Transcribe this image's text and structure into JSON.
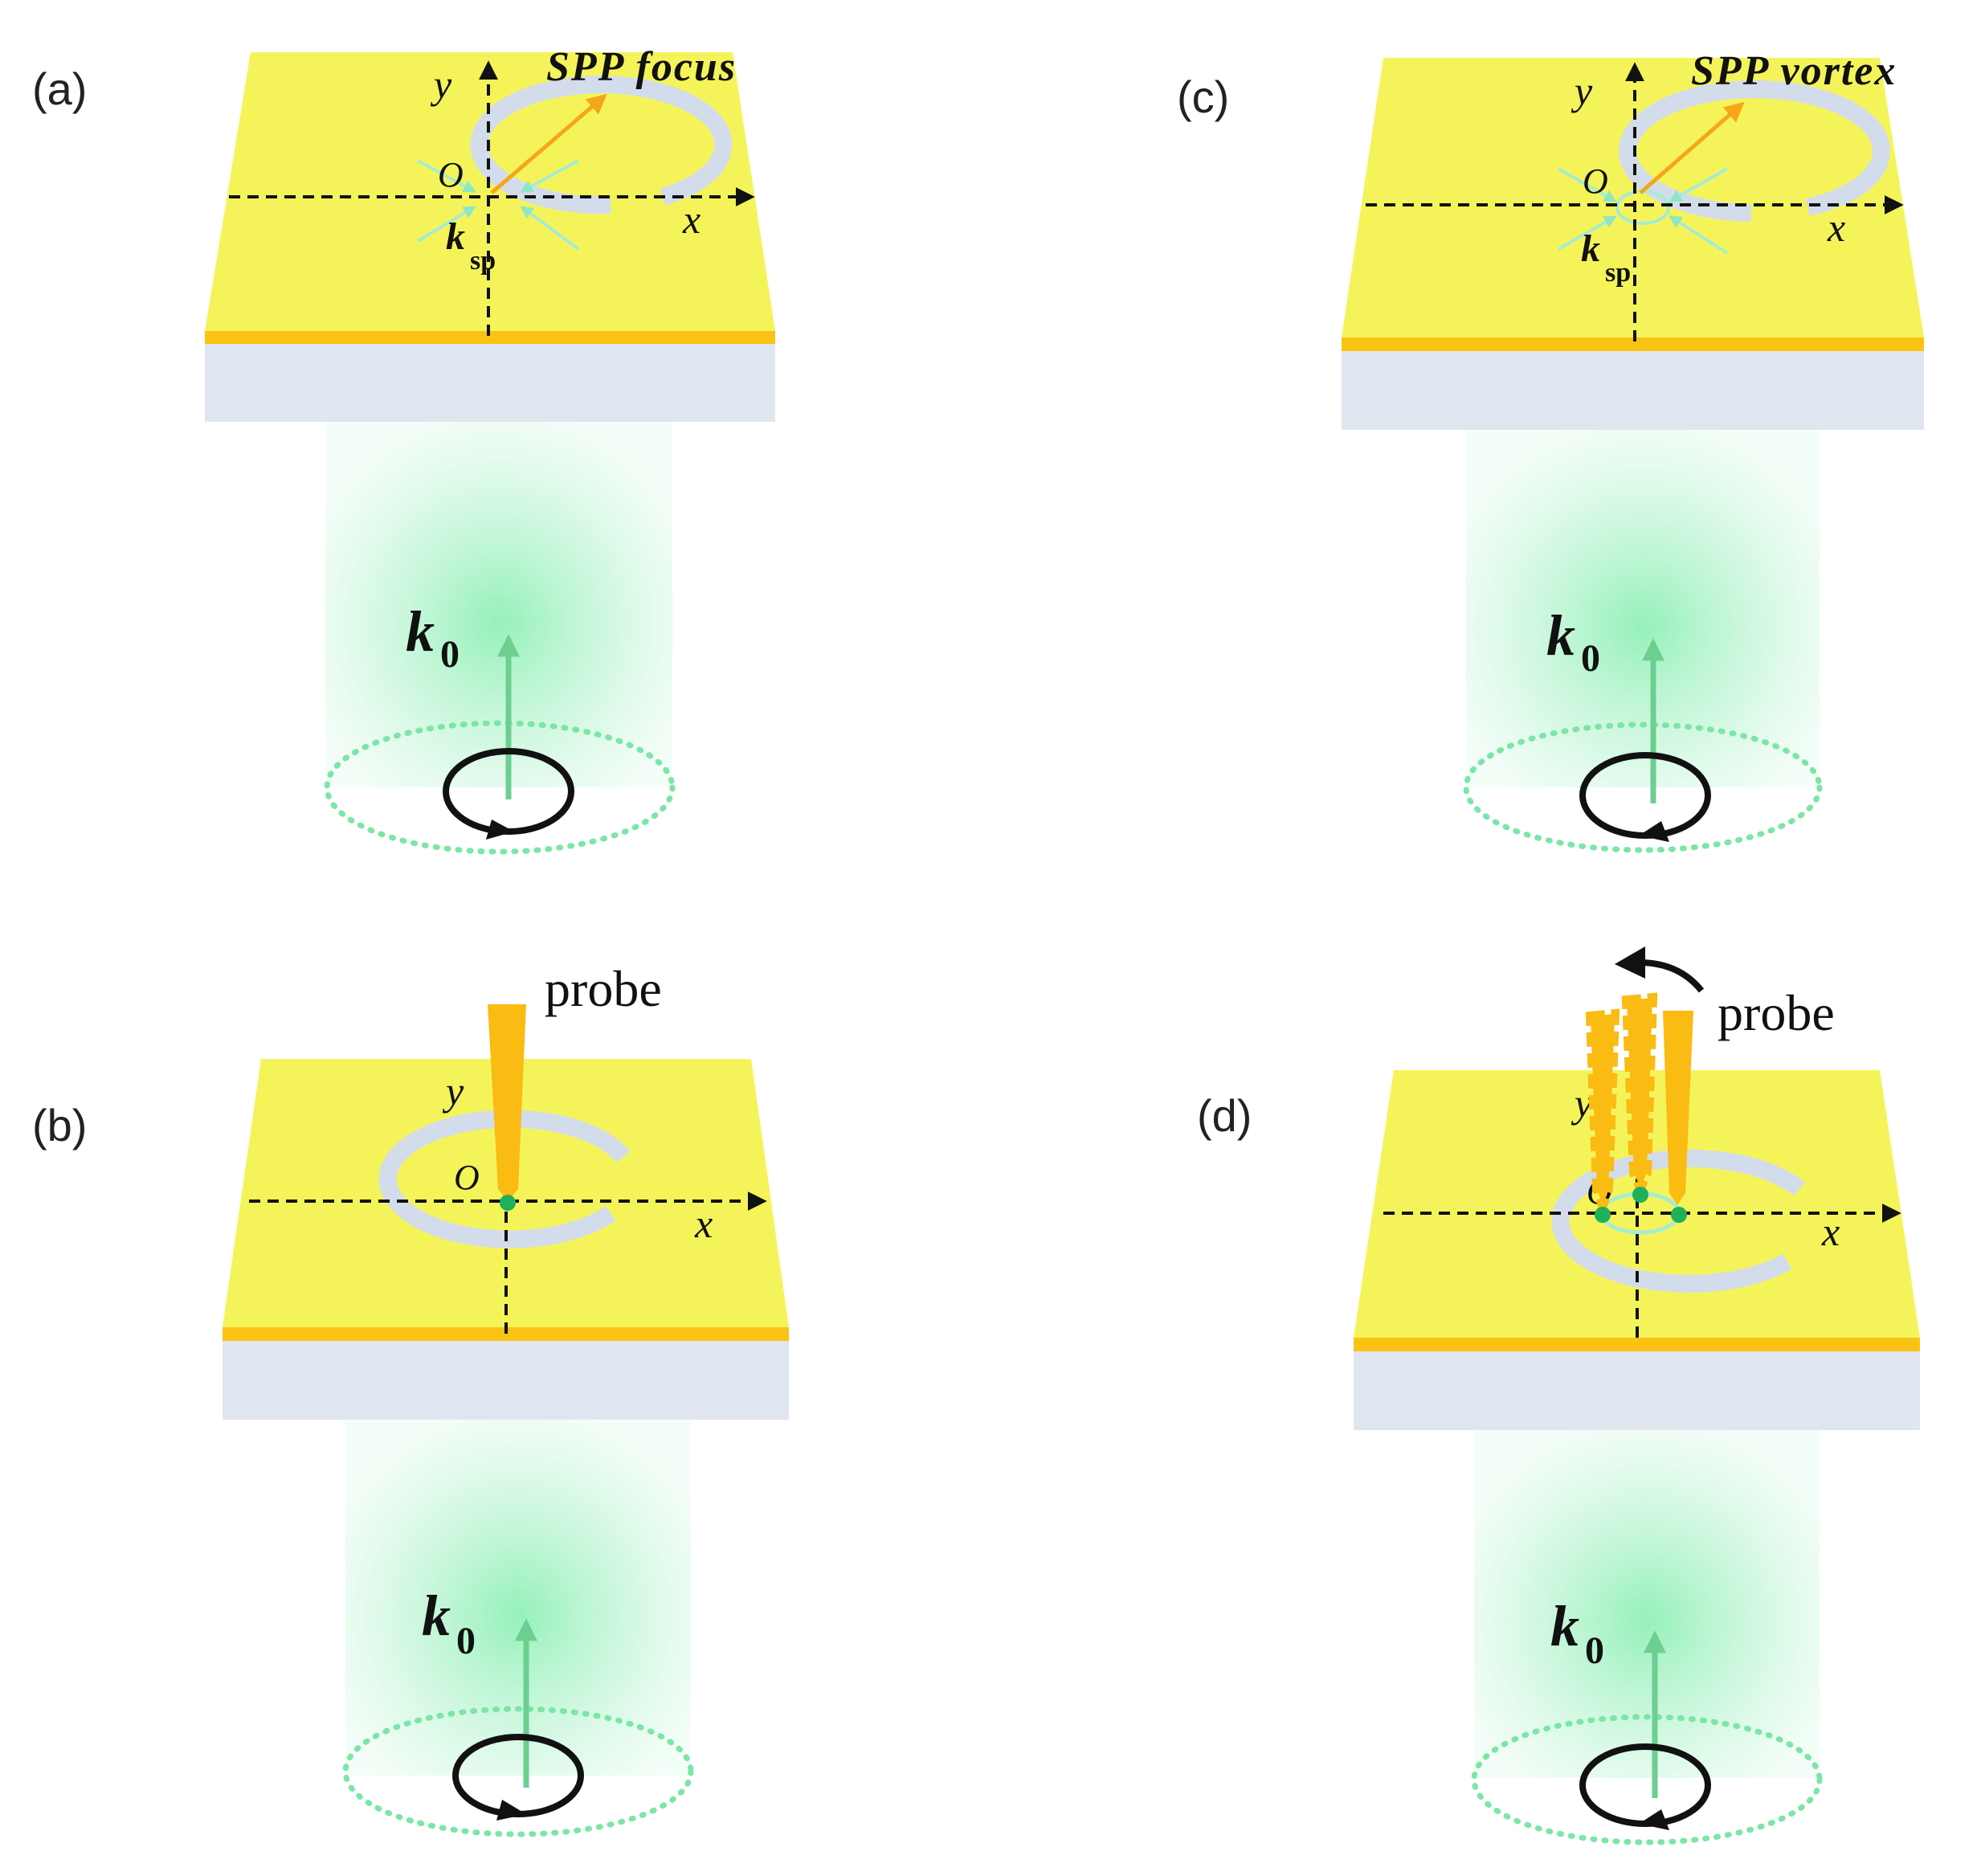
{
  "panels": {
    "a": {
      "label": "(a)",
      "x_axis": "x",
      "y_axis": "y",
      "origin": "O",
      "ksp": "k",
      "ksp_sub": "sp",
      "k0": "k",
      "k0_sub": "0",
      "spp": "SPP focus"
    },
    "b": {
      "label": "(b)",
      "x_axis": "x",
      "y_axis": "y",
      "origin": "O",
      "k0": "k",
      "k0_sub": "0",
      "probe": "probe"
    },
    "c": {
      "label": "(c)",
      "x_axis": "x",
      "y_axis": "y",
      "origin": "O",
      "ksp": "k",
      "ksp_sub": "sp",
      "k0": "k",
      "k0_sub": "0",
      "spp": "SPP vortex"
    },
    "d": {
      "label": "(d)",
      "x_axis": "x",
      "y_axis": "y",
      "origin": "O",
      "k0": "k",
      "k0_sub": "0",
      "probe": "probe"
    }
  },
  "colors": {
    "gold_surface": "#f4f45a",
    "gold_edge": "#fac314",
    "substrate": "#dfe6ef",
    "ring": "#d3dceb",
    "beam": "#7be6a6",
    "beam_arrow": "#6ccf90",
    "probe": "#fabb12",
    "spp_arrow": "#f5a718",
    "ksp_arrow": "#a6ecd2",
    "dot": "#1fb05a"
  },
  "icons": {
    "circular_polarization": "circle-arrow-icon",
    "rotation_arrow": "curved-arrow-icon"
  }
}
